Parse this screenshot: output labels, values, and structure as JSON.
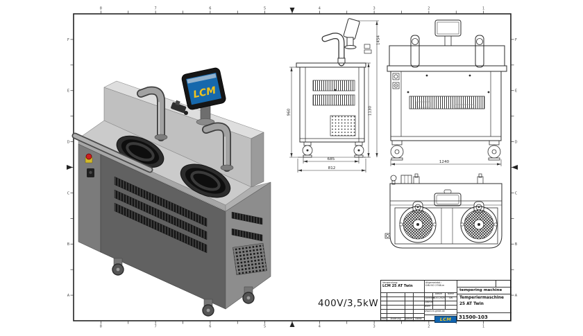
{
  "drawing": {
    "power_label": "400V/3,5kW",
    "monitor_text": "LCM"
  },
  "frame": {
    "top_labels": [
      "8",
      "7",
      "6",
      "5",
      "4",
      "3",
      "2",
      "1"
    ],
    "side_labels": [
      "F",
      "E",
      "D",
      "C",
      "B",
      "A"
    ]
  },
  "views": {
    "side": {
      "dims": {
        "height_body": "960",
        "height_lip": "1130",
        "height_total": "1454",
        "width_inner": "685",
        "width_outer": "812"
      }
    },
    "front": {
      "dims": {
        "width": "1240"
      }
    }
  },
  "title_block": {
    "usage_label": "Verwendung:",
    "usage_value": "LCM 25 AT Twin",
    "tolerance_label": "Allgemeintol.:",
    "tolerance_value": "DIN ISO 2768-m",
    "col_datum": "Datum",
    "col_name": "Name",
    "row1_label": "Gezeichn.",
    "row2_label": "Geprüft",
    "row3_label": "Norm",
    "date_value": "14.01.2020",
    "name_value": "SW",
    "website": "www.lcm-gmbh.de",
    "rev_zust": "Zust.",
    "rev_aenderung": "Änderung",
    "rev_datum": "Datum",
    "rev_name": "Name",
    "title_en": "tempering machine",
    "title_de_line1": "Temperiermaschine",
    "title_de_line2": "25 AT Twin",
    "drawing_number": "31500-103",
    "logo_text": "LCM"
  }
}
